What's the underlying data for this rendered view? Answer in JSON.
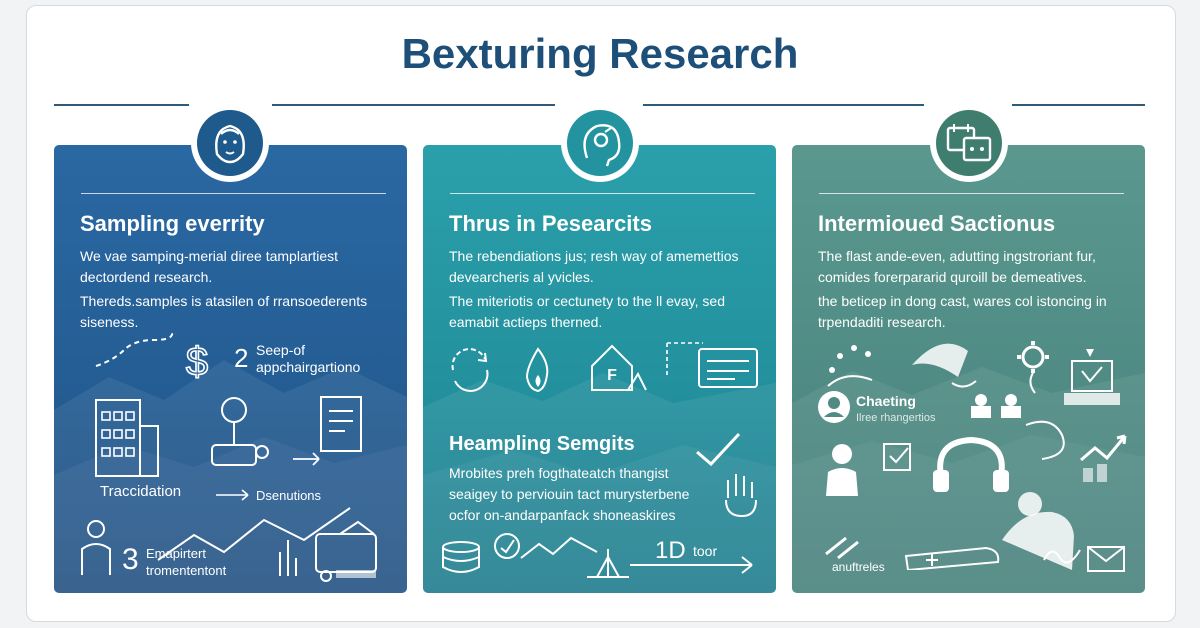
{
  "title": "Bexturing Research",
  "colors": {
    "title": "#1d4f79",
    "rule": "#2f5b78",
    "panel_1": "#2a68a3",
    "panel_2": "#2aa0ab",
    "panel_3": "#5a988f"
  },
  "icons": [
    "face-icon",
    "head-icon",
    "calendar-icon"
  ],
  "panels": [
    {
      "heading": "Sampling everrity",
      "paragraphs": [
        "We vae samping-merial diree tamplartiest dectordend research.",
        "Thereds.samples is atasilen of rransoederents siseness."
      ],
      "labels": {
        "step_number": "2",
        "step_text_1": "Seep-of",
        "step_text_2": "appchairgartiono",
        "left_label": "Traccidation",
        "right_label": "Dsenutions",
        "bottom_number": "3",
        "bottom_text_1": "Emapirtert",
        "bottom_text_2": "tromententont"
      }
    },
    {
      "heading": "Thrus in Pesearcits",
      "paragraphs": [
        "The rebendiations jus; resh way of amemettios devearcheris al yvicles.",
        "The miteriotis or cectunety to the ll evay, sed eamabit actieps therned."
      ],
      "sub_heading": "Heampling Semgits",
      "sub_paragraph": "Mrobites preh fogthateatch thangist seaigey to perviouin tact murysterbene ocfor on-andarpanfack shoneaskires",
      "labels": {
        "number": "1D",
        "number_text": "toor"
      }
    },
    {
      "heading": "Intermioued Sactionus",
      "paragraphs": [
        "The flast ande-even, adutting ingstroriant fur, comides forerpararid quroill be demeatives.",
        "the beticep in dong cast, wares col istoncing in trpendaditi research."
      ],
      "labels": {
        "chart_label": "Chaeting",
        "chart_sublabel": "Ilree rhangertios",
        "bottom_label": "anuftreles"
      }
    }
  ]
}
